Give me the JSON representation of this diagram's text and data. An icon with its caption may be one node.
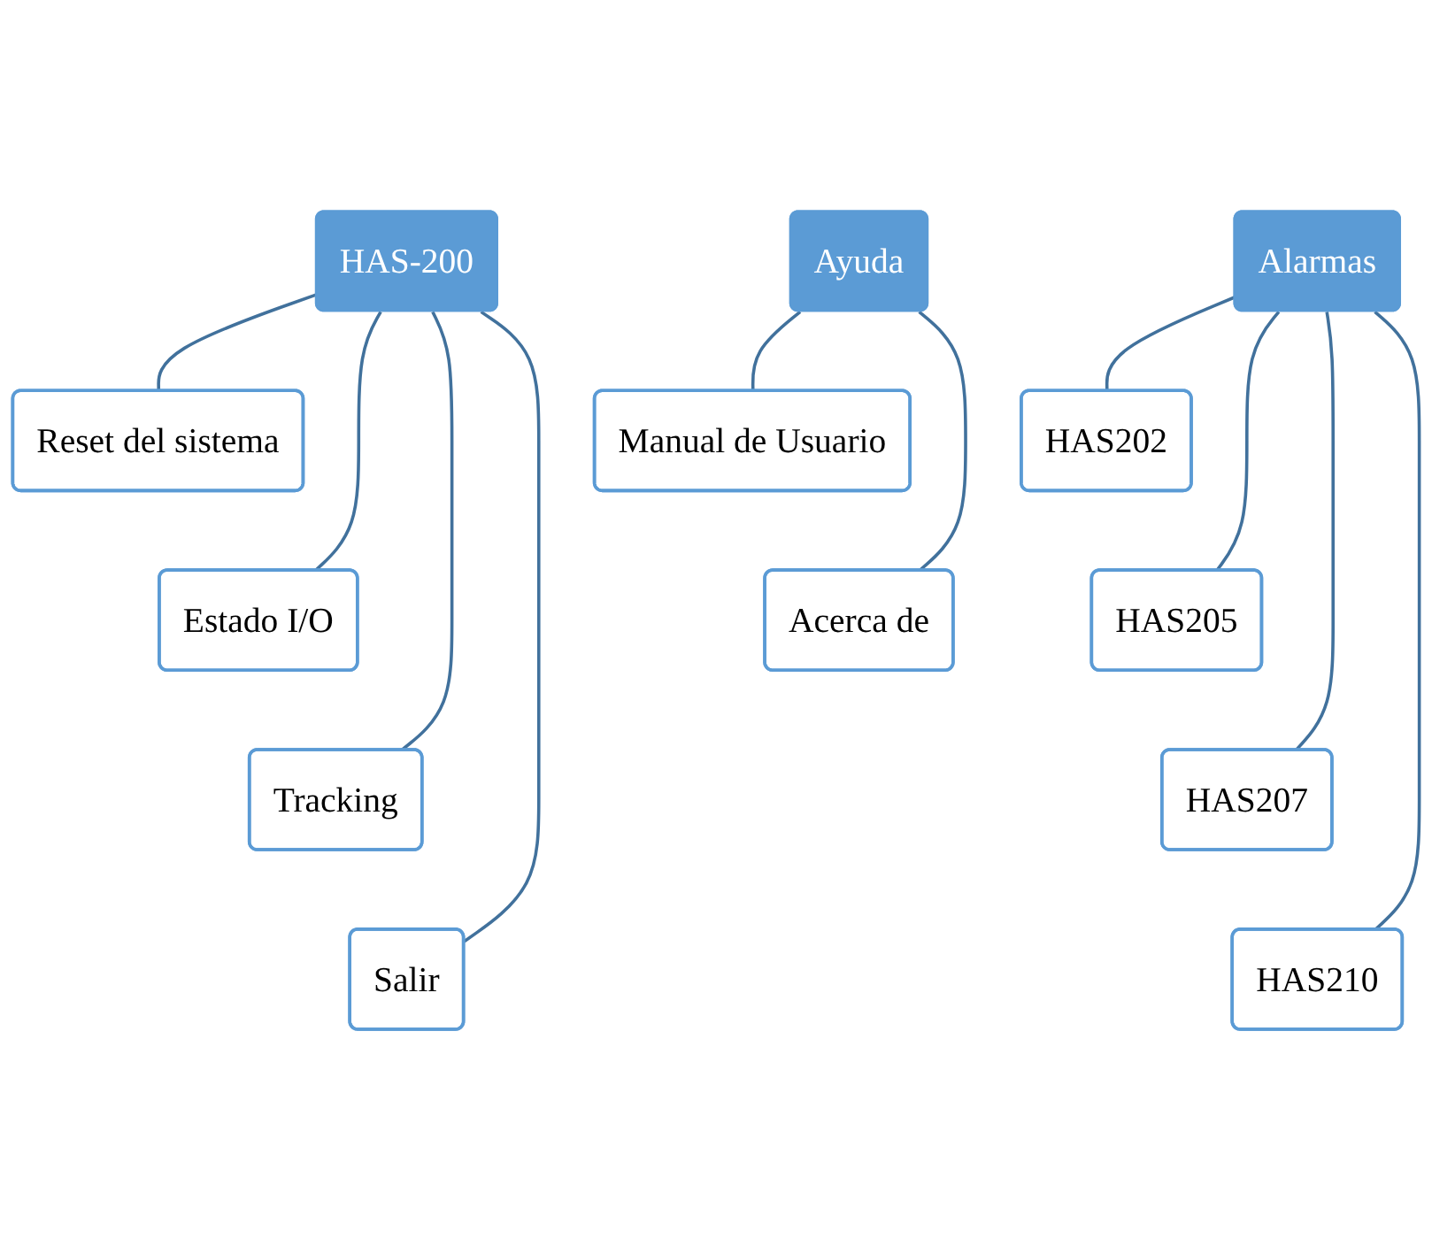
{
  "diagram": {
    "nodes": [
      {
        "text": [
          "HAS-200"
        ]
      },
      {
        "text": [
          "Reset del sistema"
        ]
      },
      {
        "text": [
          "Estado I/O"
        ]
      },
      {
        "text": [
          "Tracking"
        ]
      },
      {
        "text": [
          "Salir"
        ]
      },
      {
        "text": [
          "Alarmas"
        ]
      },
      {
        "text": [
          "HAS202"
        ]
      },
      {
        "text": [
          "HAS205"
        ]
      },
      {
        "text": [
          "HAS207"
        ]
      },
      {
        "text": [
          "HAS210"
        ]
      },
      {
        "text": [
          "Ayuda"
        ]
      },
      {
        "text": [
          "Manual de Usuario"
        ]
      },
      {
        "text": [
          "Acerca de"
        ]
      }
    ],
    "edges": [
      {
        "from": 0,
        "to": 1,
        "arrow": "none"
      },
      {
        "from": 0,
        "to": 2,
        "arrow": "none"
      },
      {
        "from": 0,
        "to": 3,
        "arrow": "none"
      },
      {
        "from": 0,
        "to": 4,
        "arrow": "none"
      },
      {
        "from": 5,
        "to": 6,
        "arrow": "none"
      },
      {
        "from": 5,
        "to": 7,
        "arrow": "none"
      },
      {
        "from": 5,
        "to": 8,
        "arrow": "none"
      },
      {
        "from": 5,
        "to": 9,
        "arrow": "none"
      },
      {
        "from": 10,
        "to": 11,
        "arrow": "none"
      },
      {
        "from": 10,
        "to": 12,
        "arrow": "none"
      }
    ]
  }
}
